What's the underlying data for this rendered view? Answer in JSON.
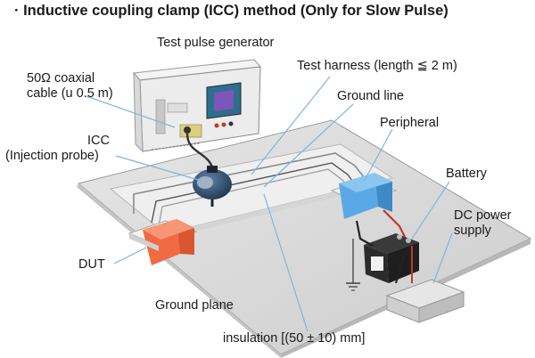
{
  "title": "· Inductive coupling clamp (ICC) method (Only for Slow Pulse)",
  "labels": {
    "test_pulse_generator": "Test pulse generator",
    "test_harness": "Test harness (length ≦ 2 m)",
    "coax_line1": "50Ω coaxial",
    "coax_line2": "cable (u 0.5 m)",
    "ground_line": "Ground line",
    "icc_line1": "ICC",
    "icc_line2": "(Injection probe)",
    "peripheral": "Peripheral",
    "battery": "Battery",
    "dc_line1": "DC power",
    "dc_line2": "supply",
    "dut": "DUT",
    "ground_plane": "Ground plane",
    "insulation": "insulation [(50 ± 10) mm]"
  },
  "colors": {
    "ground_plane": "#d8d8d8",
    "insulation_board": "#ececec",
    "dut": "#f26a43",
    "peripheral": "#5aa9e6",
    "probe": "#34506a",
    "leader_line": "#7bb7e0",
    "dc_supply": "#d6d6d6",
    "battery": "#2f2f2f"
  },
  "icons": [
    "test-pulse-generator",
    "injection-probe",
    "car-battery",
    "dc-power-supply",
    "ground-symbol"
  ]
}
